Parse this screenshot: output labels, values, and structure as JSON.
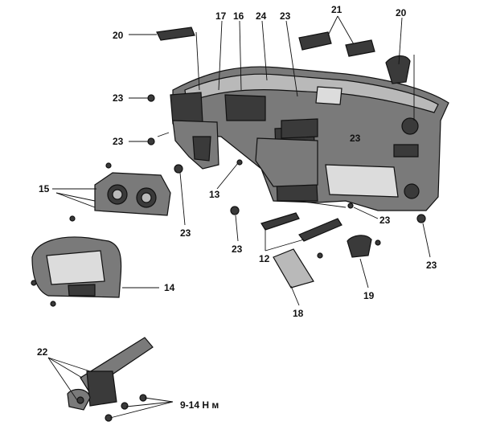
{
  "callouts": {
    "c12": "12",
    "c13": "13",
    "c14": "14",
    "c15": "15",
    "c16": "16",
    "c17": "17",
    "c18": "18",
    "c19": "19",
    "c20a": "20",
    "c20b": "20",
    "c21": "21",
    "c22": "22",
    "c23a": "23",
    "c23b": "23",
    "c23c": "23",
    "c23d": "23",
    "c23e": "23",
    "c23f": "23",
    "c23g": "23",
    "c23h": "23",
    "c24": "24"
  },
  "torque_label": "9-14 Н м",
  "colors": {
    "ink": "#111111",
    "shade_dark": "#3a3a3a",
    "shade_mid": "#7a7a7a",
    "shade_light": "#b9b9b9",
    "paper": "#ffffff"
  }
}
